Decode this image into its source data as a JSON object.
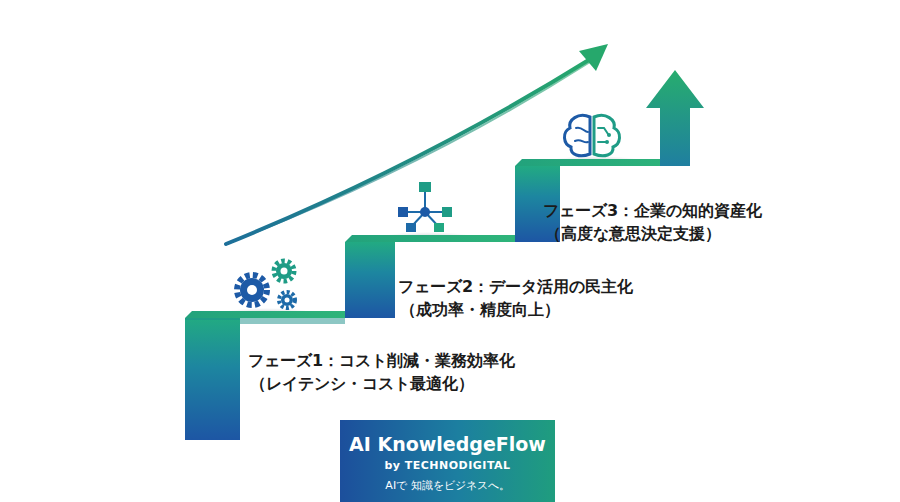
{
  "diagram": {
    "nodes": [
      {
        "text": [
          "フェーズ1：コスト削減・業務効率化",
          "（レイテンシ・コスト最適化）"
        ]
      },
      {
        "text": [
          "フェーズ2：データ活用の民主化",
          "（成功率・精度向上）"
        ]
      },
      {
        "text": [
          "フェーズ3：企業の知的資産化",
          "（高度な意思決定支援）"
        ]
      },
      {
        "text": [
          "AI KnowledgeFlow",
          "by TECHNODIGITAL",
          "AIで 知識をビジネスへ。"
        ]
      }
    ]
  }
}
